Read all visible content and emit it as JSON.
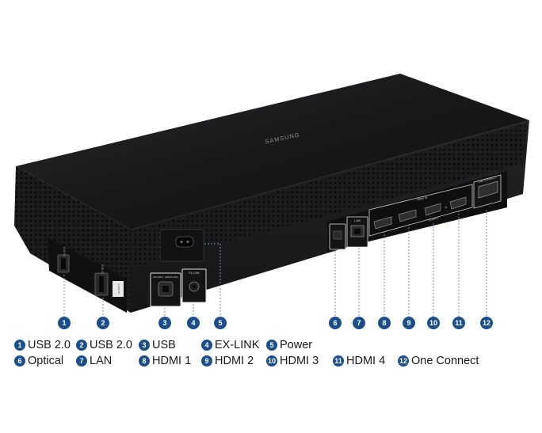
{
  "device": {
    "brand_label": "SAMSUNG",
    "port_labels": {
      "usb_left_1": "USB 5V",
      "usb_left_2": "USB 5V",
      "usb_service": "(HDD) 5V",
      "usb_b": "ANYNET+ (HDMI-CEC)",
      "ex_link": "EX-LINK",
      "lan": "LAN",
      "hdmi_group": "HDMI IN",
      "hdmi_arc": "3 (ARC)",
      "one_connect": "ONE CONNECT"
    }
  },
  "callouts": [
    "1",
    "2",
    "3",
    "4",
    "5",
    "6",
    "7",
    "8",
    "9",
    "10",
    "11",
    "12"
  ],
  "legend": [
    {
      "num": "1",
      "label": "USB 2.0"
    },
    {
      "num": "2",
      "label": "USB 2.0"
    },
    {
      "num": "3",
      "label": "USB"
    },
    {
      "num": "4",
      "label": "EX-LINK"
    },
    {
      "num": "5",
      "label": "Power"
    },
    {
      "num": "6",
      "label": "Optical"
    },
    {
      "num": "7",
      "label": "LAN"
    },
    {
      "num": "8",
      "label": "HDMI 1"
    },
    {
      "num": "9",
      "label": "HDMI 2"
    },
    {
      "num": "10",
      "label": "HDMI 3"
    },
    {
      "num": "11",
      "label": "HDMI 4"
    },
    {
      "num": "12",
      "label": "One Connect"
    }
  ],
  "colors": {
    "callout": "#1a4f8b",
    "body": "#1c1c1e",
    "top": "#161618",
    "leader_line": "#6a8fb8"
  }
}
